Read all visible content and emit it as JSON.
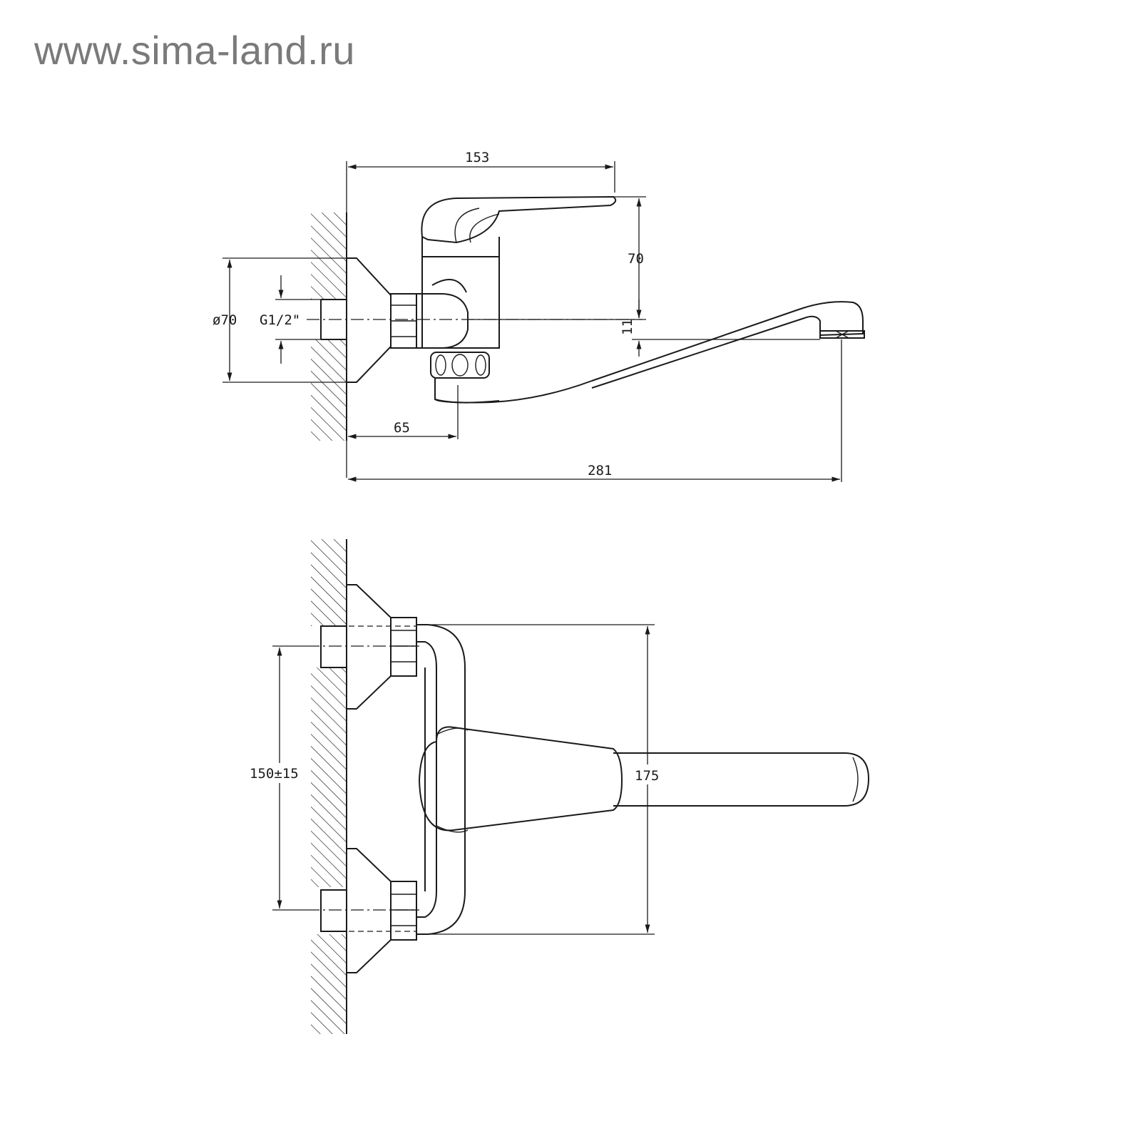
{
  "watermark": {
    "text": "www.sima-land.ru",
    "color": "#7a7a7a"
  },
  "side_view": {
    "dims": {
      "top_width": "153",
      "handle_height": "70",
      "spout_drop": "11",
      "flange_diameter": "ø70",
      "thread": "G1/2\"",
      "body_offset": "65",
      "total_length": "281"
    }
  },
  "top_view": {
    "dims": {
      "inlet_spacing": "150±15",
      "body_height": "175"
    }
  },
  "colors": {
    "line": "#1a1a1a",
    "background": "#ffffff"
  }
}
